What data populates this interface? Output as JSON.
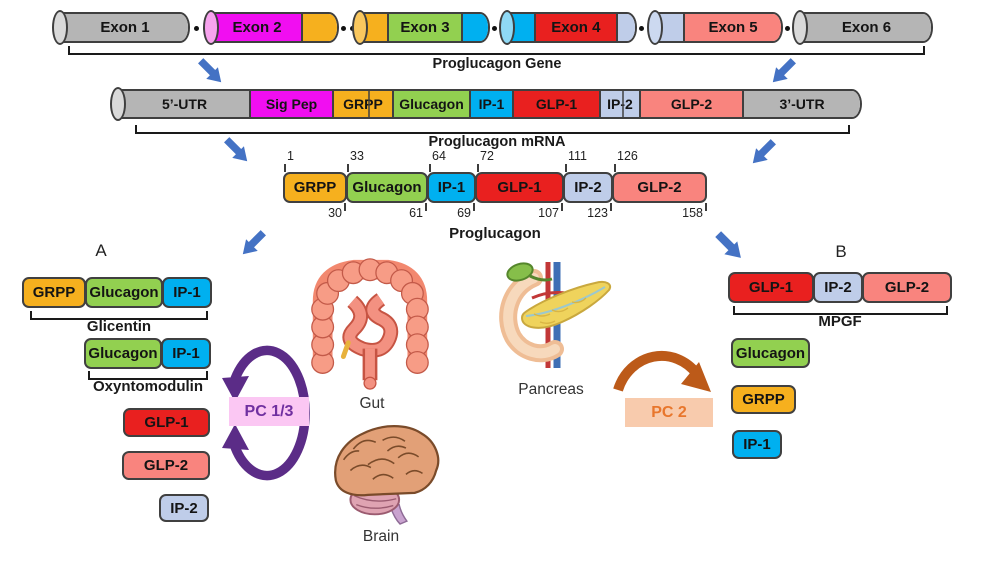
{
  "title_labels": {
    "gene": "Proglucagon Gene",
    "mrna": "Proglucagon mRNA",
    "protein": "Proglucagon"
  },
  "gene": {
    "exons": [
      {
        "label": "Exon 1"
      },
      {
        "label": "Exon 2"
      },
      {
        "label": "Exon 3"
      },
      {
        "label": "Exon 4"
      },
      {
        "label": "Exon 5"
      },
      {
        "label": "Exon 6"
      }
    ]
  },
  "mrna": {
    "segments": [
      {
        "label": "5’-UTR"
      },
      {
        "label": "Sig Pep"
      },
      {
        "label": "GRPP"
      },
      {
        "label": "Glucagon"
      },
      {
        "label": "IP-1"
      },
      {
        "label": "GLP-1"
      },
      {
        "label": "IP-2"
      },
      {
        "label": "GLP-2"
      },
      {
        "label": "3’-UTR"
      }
    ]
  },
  "protein": {
    "domains": [
      {
        "label": "GRPP",
        "start": "1",
        "end": "30"
      },
      {
        "label": "Glucagon",
        "start": "33",
        "end": "61"
      },
      {
        "label": "IP-1",
        "start": "64",
        "end": "69"
      },
      {
        "label": "GLP-1",
        "start": "72",
        "end": "107"
      },
      {
        "label": "IP-2",
        "start": "111",
        "end": "123"
      },
      {
        "label": "GLP-2",
        "start": "126",
        "end": "158"
      }
    ]
  },
  "panel_a": {
    "label": "A",
    "enzyme": "PC 1/3",
    "glicentin": {
      "label": "Glicentin",
      "parts": [
        {
          "label": "GRPP"
        },
        {
          "label": "Glucagon"
        },
        {
          "label": "IP-1"
        }
      ]
    },
    "oxyntomodulin": {
      "label": "Oxyntomodulin",
      "parts": [
        {
          "label": "Glucagon"
        },
        {
          "label": "IP-1"
        }
      ]
    },
    "peptides": [
      {
        "label": "GLP-1"
      },
      {
        "label": "GLP-2"
      },
      {
        "label": "IP-2"
      }
    ]
  },
  "panel_b": {
    "label": "B",
    "enzyme": "PC 2",
    "mpgf": {
      "label": "MPGF",
      "parts": [
        {
          "label": "GLP-1"
        },
        {
          "label": "IP-2"
        },
        {
          "label": "GLP-2"
        }
      ]
    },
    "peptides": [
      {
        "label": "Glucagon"
      },
      {
        "label": "GRPP"
      },
      {
        "label": "IP-1"
      }
    ]
  },
  "organs": [
    {
      "label": "Gut"
    },
    {
      "label": "Brain"
    },
    {
      "label": "Pancreas"
    }
  ],
  "colors": {
    "gray": "#b5b5b5",
    "magenta": "#f10ef1",
    "orange_yellow": "#f6b01e",
    "green": "#92d050",
    "cyan": "#00b0f0",
    "red": "#e9201f",
    "lavender": "#bfcde9",
    "salmon": "#f9847e",
    "arrow_blue": "#4472c4",
    "enzyme_purple": "#5b2c87",
    "pc13_box_bg": "#fbc7f3",
    "pc13_text": "#7030a0",
    "pc2_arrow_brown": "#bc5a19",
    "pc2_box_bg": "#f8cbad",
    "pc2_text": "#e8762c"
  }
}
